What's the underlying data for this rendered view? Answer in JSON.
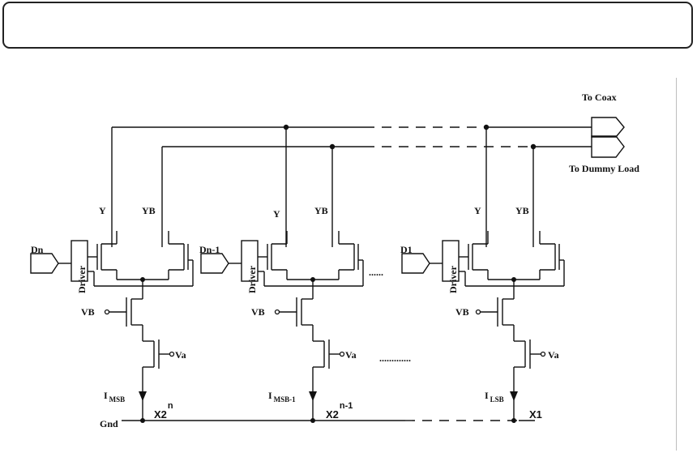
{
  "outputs": {
    "coax": "To Coax",
    "dummy": "To Dummy Load"
  },
  "cells": [
    {
      "input": "Dn",
      "driver": "Driver",
      "y": "Y",
      "yb": "YB",
      "vb": "VB",
      "va": "Va",
      "current": "I",
      "current_sub": "MSB",
      "weight": "X2",
      "weight_sup": "n"
    },
    {
      "input": "Dn-1",
      "driver": "Driver",
      "y": "Y",
      "yb": "YB",
      "vb": "VB",
      "va": "Va",
      "current": "I",
      "current_sub": "MSB-1",
      "weight": "X2",
      "weight_sup": "n-1"
    },
    {
      "input": "D1",
      "driver": "Driver",
      "y": "Y",
      "yb": "YB",
      "vb": "VB",
      "va": "Va",
      "current": "I",
      "current_sub": "LSB",
      "weight": "X1",
      "weight_sup": ""
    }
  ],
  "ellipsis_top": "......",
  "ellipsis_bottom": ".............",
  "ground": "Gnd"
}
